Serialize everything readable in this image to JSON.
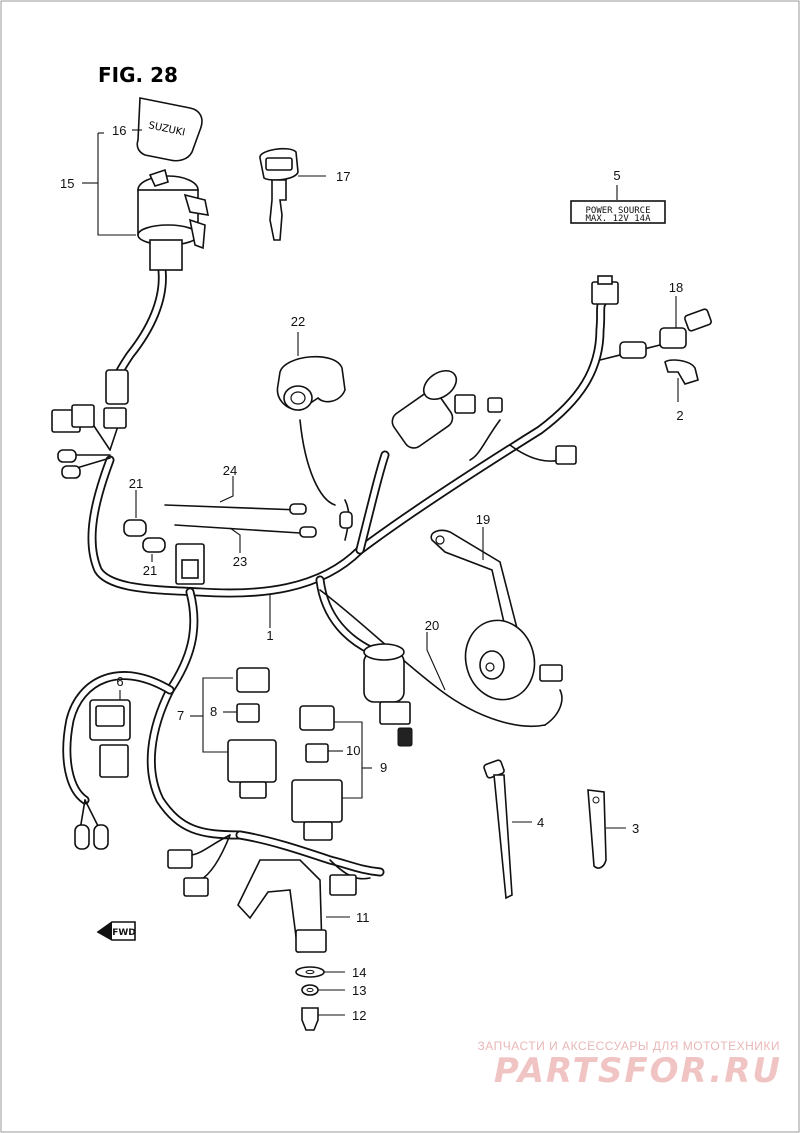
{
  "figure": {
    "title": "FIG. 28"
  },
  "callouts": [
    {
      "num": "1"
    },
    {
      "num": "2"
    },
    {
      "num": "3"
    },
    {
      "num": "4"
    },
    {
      "num": "5"
    },
    {
      "num": "6"
    },
    {
      "num": "7"
    },
    {
      "num": "8"
    },
    {
      "num": "9"
    },
    {
      "num": "10"
    },
    {
      "num": "11"
    },
    {
      "num": "12"
    },
    {
      "num": "13"
    },
    {
      "num": "14"
    },
    {
      "num": "15"
    },
    {
      "num": "16"
    },
    {
      "num": "17"
    },
    {
      "num": "18"
    },
    {
      "num": "19"
    },
    {
      "num": "20"
    },
    {
      "num": "21"
    },
    {
      "num": "21"
    },
    {
      "num": "22"
    },
    {
      "num": "23"
    },
    {
      "num": "24"
    }
  ],
  "power_label": {
    "line1": "POWER SOURCE",
    "line2": "MAX. 12V 14A"
  },
  "ignition_cap_text": "SUZUKI",
  "fwd_arrow": {
    "text": "FWD"
  },
  "watermark": {
    "line1": "ЗАПЧАСТИ И АКСЕССУАРЫ ДЛЯ МОТОТЕХНИКИ",
    "line2": "PARTSFOR.RU"
  },
  "colors": {
    "ink": "#111111",
    "watermark": "#e9b7b7",
    "background": "#ffffff"
  }
}
